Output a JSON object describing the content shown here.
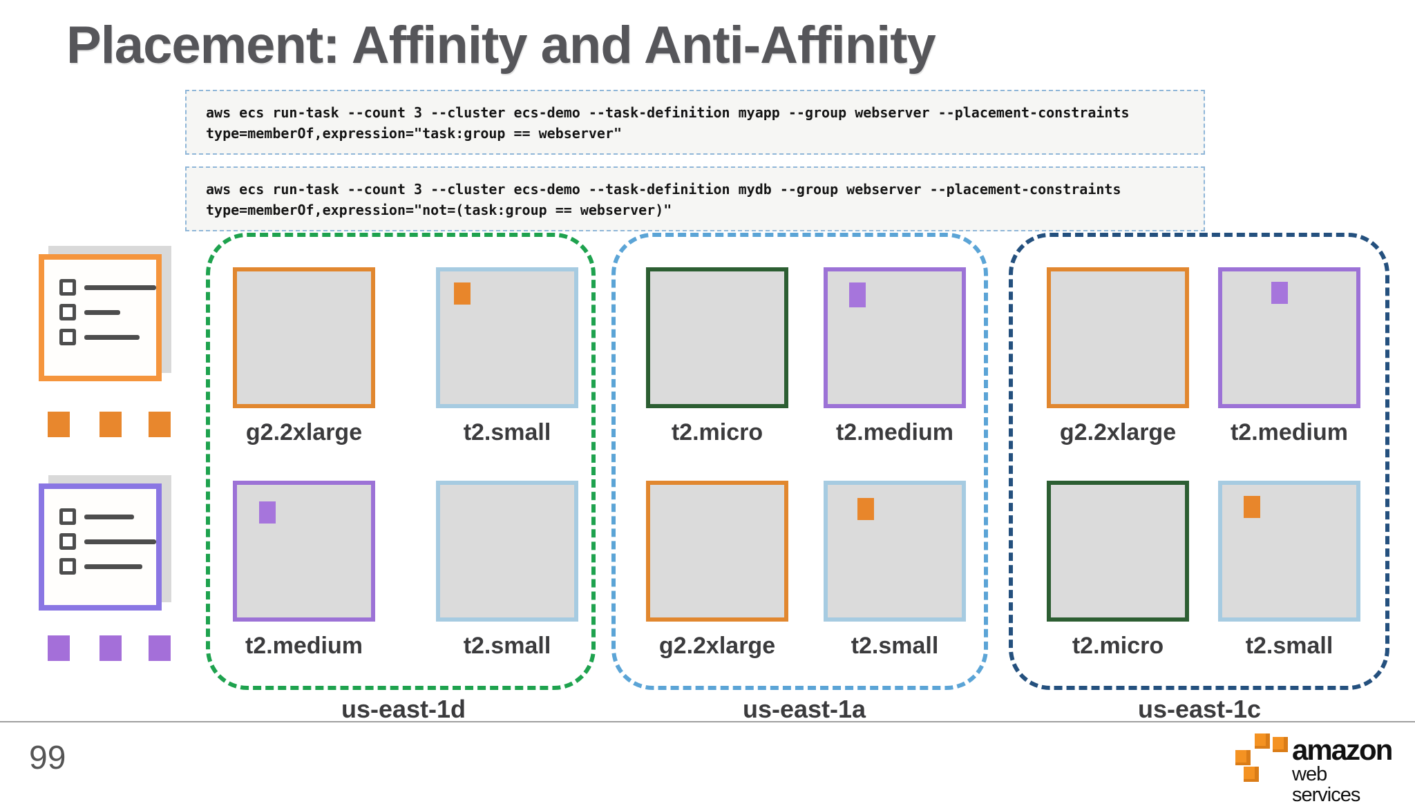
{
  "slide": {
    "title": "Placement: Affinity and Anti-Affinity"
  },
  "code_blocks": [
    {
      "line1": "aws ecs run-task --count 3 --cluster ecs-demo --task-definition myapp --group webserver --placement-constraints",
      "line2": "type=memberOf,expression=\"task:group == webserver\""
    },
    {
      "line1": "aws ecs run-task --count 3 --cluster ecs-demo --task-definition mydb --group webserver --placement-constraints",
      "line2": "type=memberOf,expression=\"not=(task:group == webserver)\""
    }
  ],
  "left_panel": {
    "webserver_icon": "task-definition-document-icon",
    "db_icon": "task-definition-document-icon",
    "webserver_accent": "#f5953d",
    "db_accent": "#8a76e3",
    "webserver_task_color": "#e8872d",
    "db_task_color": "#a46fd9"
  },
  "zones": [
    {
      "label": "us-east-1d",
      "border_color": "#1ea24e",
      "instances": [
        {
          "label": "g2.2xlarge",
          "border": "orange",
          "tasks": []
        },
        {
          "label": "t2.small",
          "border": "light_blue",
          "tasks": [
            {
              "color": "orange"
            }
          ]
        },
        {
          "label": "t2.medium",
          "border": "purple",
          "tasks": [
            {
              "color": "purple"
            }
          ]
        },
        {
          "label": "t2.small",
          "border": "light_blue",
          "tasks": []
        }
      ]
    },
    {
      "label": "us-east-1a",
      "border_color": "#5ba4d6",
      "instances": [
        {
          "label": "t2.micro",
          "border": "dark_green",
          "tasks": []
        },
        {
          "label": "t2.medium",
          "border": "purple",
          "tasks": [
            {
              "color": "purple"
            }
          ]
        },
        {
          "label": "g2.2xlarge",
          "border": "orange",
          "tasks": []
        },
        {
          "label": "t2.small",
          "border": "light_blue",
          "tasks": [
            {
              "color": "orange"
            }
          ]
        }
      ]
    },
    {
      "label": "us-east-1c",
      "border_color": "#24507e",
      "instances": [
        {
          "label": "g2.2xlarge",
          "border": "orange",
          "tasks": []
        },
        {
          "label": "t2.medium",
          "border": "purple",
          "tasks": [
            {
              "color": "purple"
            }
          ]
        },
        {
          "label": "t2.micro",
          "border": "dark_green",
          "tasks": []
        },
        {
          "label": "t2.small",
          "border": "light_blue",
          "tasks": [
            {
              "color": "orange"
            }
          ]
        }
      ]
    }
  ],
  "footer": {
    "page_number": "99",
    "logo_primary": "amazon",
    "logo_secondary": "web services"
  },
  "colors": {
    "instance_orange": "#e1872f",
    "instance_light_blue": "#a6cbe1",
    "instance_purple": "#9c72d6",
    "instance_dark_green": "#2c5e32",
    "zone_green": "#1ea24e",
    "zone_blue": "#5ba4d6",
    "zone_navy": "#24507e",
    "box_fill": "#dbdbdb",
    "task_orange": "#e8862b",
    "task_purple": "#a675dc",
    "title_gray": "#56565a"
  }
}
